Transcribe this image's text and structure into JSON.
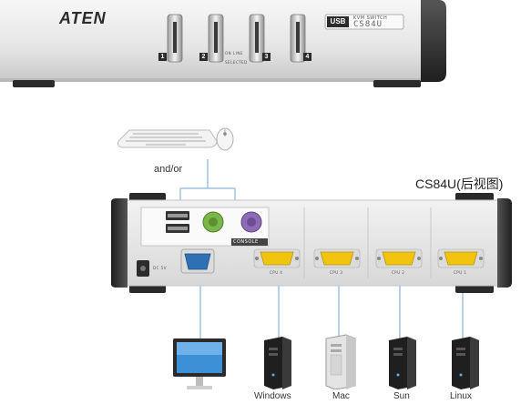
{
  "front_panel": {
    "brand": "ATEN",
    "badge_usb": "USB",
    "badge_title": "KVM SWITCH",
    "badge_model": "CS84U",
    "ports": [
      "1",
      "2",
      "3",
      "4"
    ],
    "led_online": "ON LINE",
    "led_selected": "SELECTED"
  },
  "peripherals": {
    "and_or": "and/or"
  },
  "rear_panel": {
    "title": "CS84U(后视图)",
    "console_label": "CONSOLE",
    "power_label": "DC 5V",
    "cpu_ports": [
      "CPU 4",
      "CPU 3",
      "CPU 2",
      "CPU 1"
    ]
  },
  "computers": [
    {
      "label": "Windows"
    },
    {
      "label": "Mac"
    },
    {
      "label": "Sun"
    },
    {
      "label": "Linux"
    }
  ],
  "colors": {
    "panel_silver": "#e6e6e6",
    "panel_dark": "#3a3a3a",
    "vga_blue": "#2f6fb3",
    "vga_yellow": "#f1c40f",
    "ps2_green": "#7ab648",
    "ps2_purple": "#8e6bb8",
    "line_blue": "#9fc2e0"
  }
}
